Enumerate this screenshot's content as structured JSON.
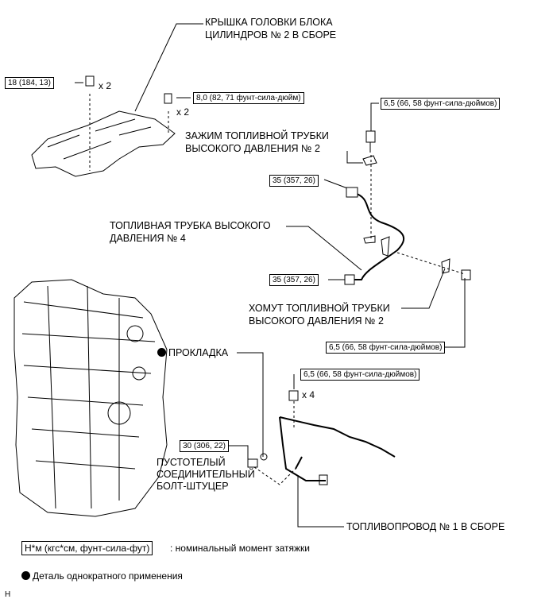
{
  "labels": {
    "cover_line1": "КРЫШКА ГОЛОВКИ БЛОКА",
    "cover_line2": "ЦИЛИНДРОВ № 2 В СБОРЕ",
    "clamp_line1": "ЗАЖИМ ТОПЛИВНОЙ ТРУБКИ",
    "clamp_line2": "ВЫСОКОГО ДАВЛЕНИЯ № 2",
    "tube_line1": "ТОПЛИВНАЯ ТРУБКА ВЫСОКОГО",
    "tube_line2": "ДАВЛЕНИЯ № 4",
    "collar_line1": "ХОМУТ ТОПЛИВНОЙ ТРУБКИ",
    "collar_line2": "ВЫСОКОГО ДАВЛЕНИЯ № 2",
    "gasket": "ПРОКЛАДКА",
    "bolt_line1": "ПУСТОТЕЛЫЙ",
    "bolt_line2": "СОЕДИНИТЕЛЬНЫЙ",
    "bolt_line3": "БОЛТ-ШТУЦЕР",
    "pipe": "ТОПЛИВОПРОВОД № 1 В СБОРЕ"
  },
  "torques": {
    "t1": "18 (184, 13)",
    "t2": "8,0 (82, 71 фунт-сила-дюйм)",
    "t3": "6,5 (66, 58 фунт-сила-дюймов)",
    "t4": "35 (357, 26)",
    "t5": "35 (357, 26)",
    "t6": "6,5 (66, 58 фунт-сила-дюймов)",
    "t7": "6,5 (66, 58 фунт-сила-дюймов)",
    "t8": "30 (306, 22)"
  },
  "multipliers": {
    "m1": "x 2",
    "m2": "x 2",
    "m3": "x 4"
  },
  "legend": {
    "unit_box": "Н*м (кгс*см, фунт-сила-фут)",
    "unit_text": ": номинальный момент затяжки",
    "single_use": "Деталь однократного применения"
  },
  "footer_code": "H"
}
